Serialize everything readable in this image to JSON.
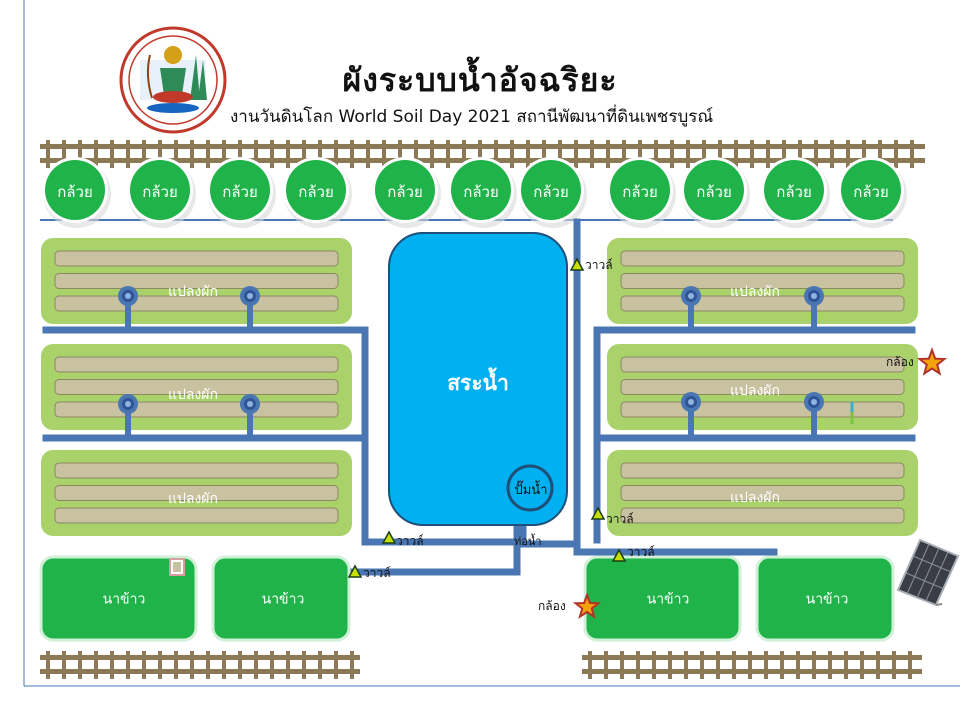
{
  "header": {
    "title": "ผังระบบน้ำอัจฉริยะ",
    "subtitle": "งานวันดินโลก World Soil Day 2021 สถานีพัฒนาที่ดินเพชรบูรณ์",
    "logo_icon": "land-development-department-seal"
  },
  "banana": {
    "label": "กล้วย",
    "count": 11
  },
  "plots": {
    "vegetable_label": "แปลงผัก",
    "rice_label": "นาข้าว",
    "pond_label": "สระน้ำ",
    "pump_label": "ปั๊มน้ำ",
    "pipe_label": "ท่อน้ำ",
    "valve_label": "วาวล์",
    "camera_label": "กล้อง"
  },
  "colors": {
    "pipe": "#4a76b3",
    "pond": "#00b0f0",
    "pond_border": "#1f4e79",
    "plot_outer": "#a9d36a",
    "plot_row": "#c9c2a1",
    "rice": "#1fb34a",
    "fence": "#8b7a55",
    "camera_star": "#f2a20d"
  }
}
